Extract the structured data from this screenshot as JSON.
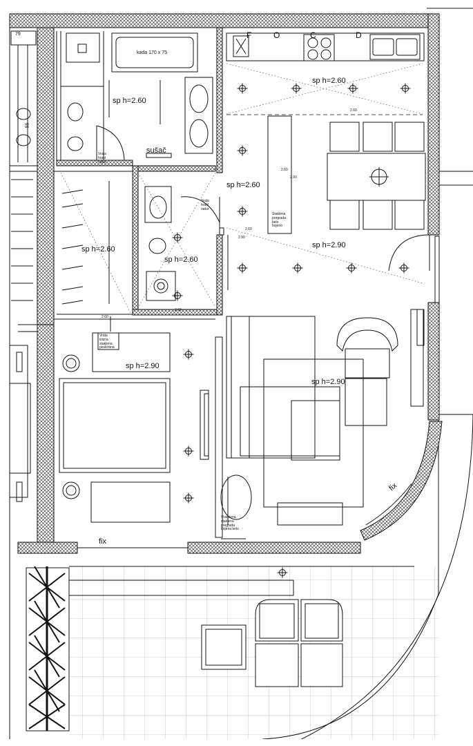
{
  "labels": {
    "room_79": "79",
    "dim_55": "55",
    "bathtub": "kada 170 x 75",
    "sushac": "sušač",
    "kitchen_f": "F",
    "kitchen_o": "O",
    "kitchen_c": "C",
    "kitchen_d": "D",
    "fix_bottom": "fix",
    "fix_curve": "fix"
  },
  "ceiling_heights": {
    "bath_top": "sp h=2.60",
    "kitchen": "sp h=2.60",
    "corridor": "sp h=2.60",
    "closet": "sp h=2.60",
    "wc": "sp h=2.60",
    "dining": "sp h=2.90",
    "bedroom": "sp h=2.90",
    "living": "sp h=2.90"
  },
  "notes": {
    "door_bath": "Vrata\nhrast\nnatur",
    "door_wc": "Vrata\nhrast\nnatur",
    "glass_partition_kitchen": "Staklena\npregrada\nbelo\nbojeno",
    "sliding_door": "Vrata\nklizna\nstaklena\npeskirana",
    "glass_partition_living": "Viseciena\nstaklena\npregrada\nbojena belo"
  },
  "small_dims": {
    "k1": "2.60",
    "k2": "2.60",
    "k3": "2.60",
    "k4": "2.90",
    "k5": "2.60",
    "k6": "2.90",
    "c1": "2.60",
    "c2": "2.60",
    "b1": "2.60",
    "b2": "2.60"
  },
  "colors": {
    "line": "#111111",
    "background": "#ffffff",
    "hatch": "#222222"
  }
}
